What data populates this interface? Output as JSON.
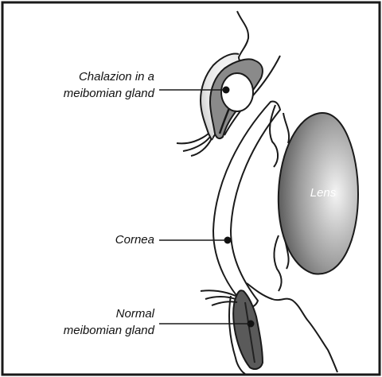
{
  "labels": {
    "chalazion_line1": "Chalazion in a",
    "chalazion_line2": "meibomian gland",
    "lens": "Lens",
    "cornea": "Cornea",
    "normal_line1": "Normal",
    "normal_line2": "meibomian gland"
  },
  "colors": {
    "frame": "#1a1a1a",
    "outline": "#1a1a1a",
    "gland_dark": "#5a5a5a",
    "chalazion_fill": "#8a8a8a",
    "lens_light": "#f2f2f2",
    "lens_dark": "#4a4a4a"
  }
}
